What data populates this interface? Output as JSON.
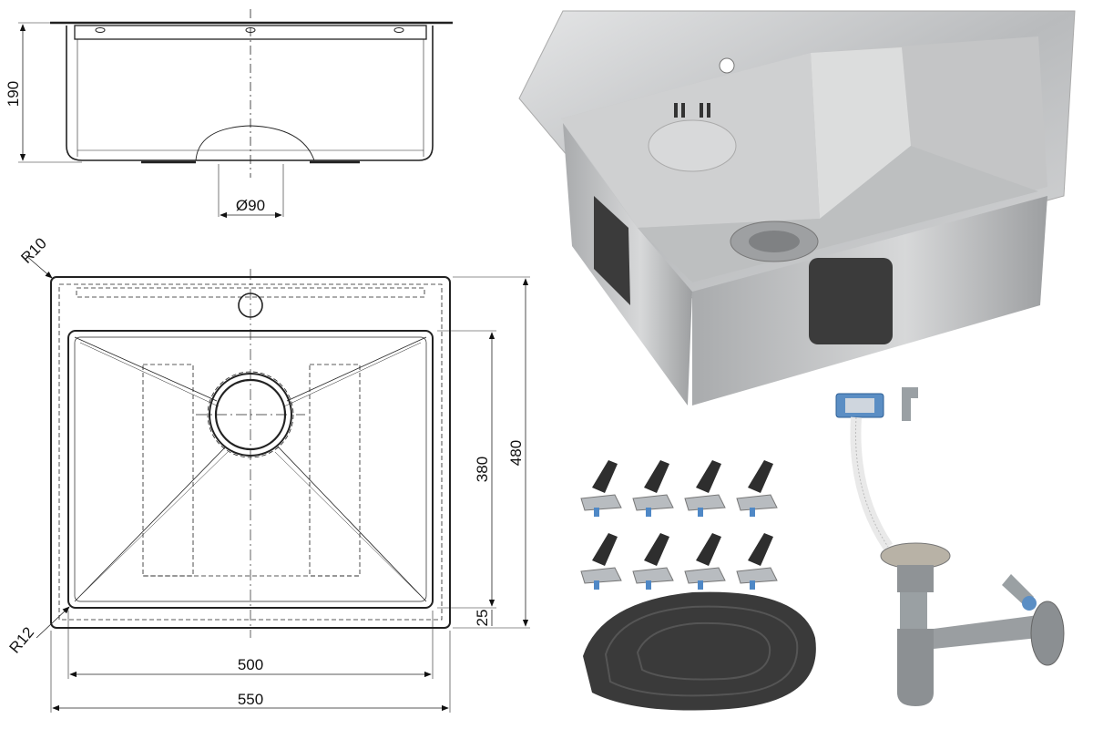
{
  "drawing": {
    "side_view": {
      "height_label": "190",
      "drain_label": "Ø90"
    },
    "top_view": {
      "corner_outer_label": "R10",
      "corner_inner_label": "R12",
      "inner_height_label": "380",
      "outer_height_label": "480",
      "rim_label": "25",
      "inner_width_label": "500",
      "outer_width_label": "550"
    }
  },
  "photos": {
    "sink": "stainless-steel-sink",
    "clips": "mounting-clips",
    "pad": "foam-pad",
    "drain": "drain-siphon-kit",
    "colors": {
      "steel": "#c9cacb",
      "shadow": "#3b3b3b",
      "siphon": "#8f9396",
      "accent": "#4f88c6"
    }
  }
}
